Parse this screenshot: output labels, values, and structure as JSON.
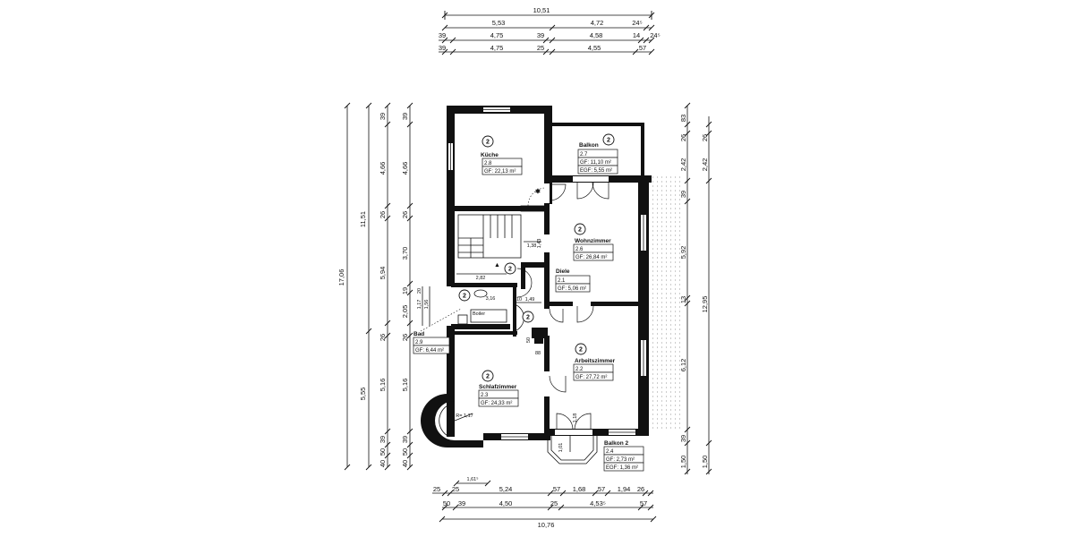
{
  "dimensions": {
    "top": {
      "total": "10,51",
      "row1": [
        "5,53",
        "4,72",
        "24⁵"
      ],
      "row2": [
        "39",
        "4,75",
        "39",
        "4,58",
        "14",
        "24⁵"
      ],
      "row3": [
        "39",
        "4,75",
        "25",
        "4,55",
        "57"
      ]
    },
    "bottom": {
      "row1": [
        "25",
        "25",
        "5,24",
        "57",
        "1,68",
        "57",
        "1,94",
        "26"
      ],
      "row2": [
        "50",
        "39",
        "4,50",
        "25",
        "4,53⁵",
        "57"
      ],
      "total": "10,76",
      "small": "1,61⁵"
    },
    "left": {
      "total": "17,06",
      "colA": [
        "11,51",
        "5,55"
      ],
      "colB": [
        "39",
        "4,66",
        "26",
        "5,94",
        "26",
        "5,16",
        "39",
        "50",
        "40"
      ],
      "colC": [
        "39",
        "4,66",
        "26",
        "3,70",
        "19",
        "2,05",
        "26",
        "5,16",
        "39",
        "50",
        "40"
      ],
      "small": [
        "1,17",
        "20",
        "1,56"
      ]
    },
    "right": {
      "colA": [
        "83",
        "26",
        "2,42",
        "39",
        "5,92",
        "13",
        "6,12",
        "39",
        "1,50"
      ],
      "colB": [
        "26",
        "2,42",
        "12,95",
        "1,50"
      ]
    }
  },
  "rooms": [
    {
      "circle": "2",
      "name": "Küche",
      "id": "2.8",
      "area": "GF: 22,13 m²"
    },
    {
      "circle": "2",
      "name": "Balkon",
      "id": "2.7",
      "area": "GF: 11,10 m²",
      "area2": "EGF: 5,55 m²"
    },
    {
      "circle": "2",
      "name": "Wohnzimmer",
      "id": "2.6",
      "area": "GF: 26,84 m²"
    },
    {
      "circle": "2",
      "name": "Diele",
      "id": "2.1",
      "area": "GF: 5,06 m²"
    },
    {
      "circle": "2",
      "name": "Bad",
      "id": "2.9",
      "area": "GF: 6,44 m²"
    },
    {
      "circle": "2",
      "name": "Arbeitszimmer",
      "id": "2.2",
      "area": "GF: 27,72 m²"
    },
    {
      "circle": "2",
      "name": "Schlafzimmer",
      "id": "2.3",
      "area": "GF: 24,33 m²"
    },
    {
      "circle": "2",
      "name": "Balkon 2",
      "id": "2.4",
      "area": "GF:   2,73 m²",
      "area2": "EGF: 1,36 m²"
    }
  ],
  "annotations": {
    "stair1": "1,43",
    "stair2": "1,38",
    "stair3": "2,82",
    "bath1": "3,16",
    "hall1": "1,49",
    "hall2": "10",
    "hall3": "50",
    "hall4": "88",
    "radius": "R= 1,17",
    "boiler": "Boiler",
    "door1": "1,01",
    "door2": "1,18"
  },
  "extra_circles": [
    "2",
    "2",
    "2"
  ]
}
